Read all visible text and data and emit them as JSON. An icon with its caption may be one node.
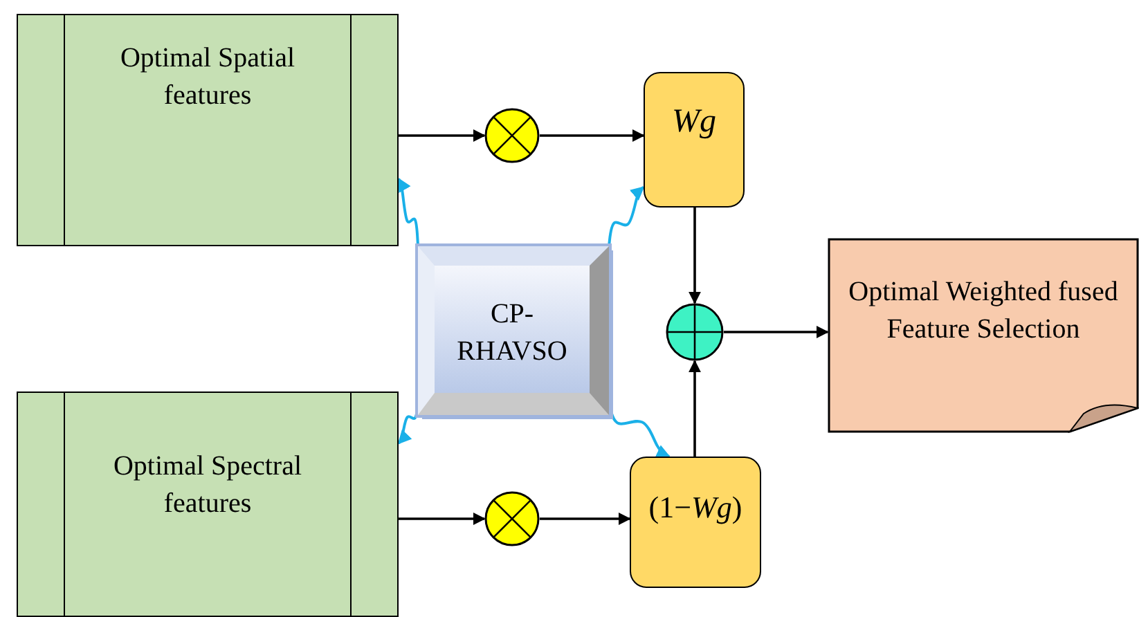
{
  "diagram": {
    "nodes": [
      {
        "text": [
          "Optimal Spatial features"
        ]
      },
      {
        "text": [],
        "shape": "circle"
      },
      {
        "text": [
          "Wg"
        ]
      },
      {
        "text": [
          "CP- RHAVSO"
        ]
      },
      {
        "text": [],
        "shape": "circle"
      },
      {
        "text": [
          "Optimal Weighted fused Feature Selection"
        ]
      },
      {
        "text": [
          "Optimal Spectral features"
        ]
      },
      {
        "text": [],
        "shape": "circle"
      },
      {
        "text": [
          "(1−*Wg*)"
        ]
      }
    ],
    "edges": [
      {
        "from": 0,
        "to": 1,
        "arrow": "to"
      },
      {
        "from": 1,
        "to": 2,
        "arrow": "to"
      },
      {
        "from": 2,
        "to": 4,
        "arrow": "to"
      },
      {
        "from": 4,
        "to": 5,
        "arrow": "to"
      },
      {
        "from": 6,
        "to": 7,
        "arrow": "to"
      },
      {
        "from": 7,
        "to": 8,
        "arrow": "to"
      },
      {
        "from": 8,
        "to": 4,
        "arrow": "to"
      },
      {
        "from": 3,
        "to": 0,
        "arrow": "to",
        "color": "#1ab0e8"
      },
      {
        "from": 3,
        "to": 2,
        "arrow": "to",
        "color": "#1ab0e8"
      },
      {
        "from": 3,
        "to": 6,
        "arrow": "to",
        "color": "#1ab0e8"
      },
      {
        "from": 3,
        "to": 8,
        "arrow": "to",
        "color": "#1ab0e8"
      }
    ]
  }
}
